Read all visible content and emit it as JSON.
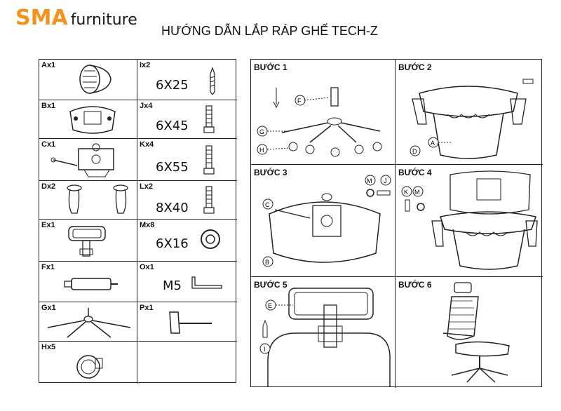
{
  "header": {
    "brand_main": "SMA",
    "brand_sub": "furniture",
    "title": "HƯỚNG DẪN LẮP RÁP GHẾ TECH-Z"
  },
  "parts": [
    {
      "label": "Ax1"
    },
    {
      "label": "Ix2",
      "spec": "6X25"
    },
    {
      "label": "Bx1"
    },
    {
      "label": "Jx4",
      "spec": "6X45"
    },
    {
      "label": "Cx1"
    },
    {
      "label": "Kx4",
      "spec": "6X55"
    },
    {
      "label": "Dx2"
    },
    {
      "label": "Lx2",
      "spec": "8X40"
    },
    {
      "label": "Ex1"
    },
    {
      "label": "Mx8",
      "spec": "6X16"
    },
    {
      "label": "Fx1"
    },
    {
      "label": "Ox1",
      "spec": "M5"
    },
    {
      "label": "Gx1"
    },
    {
      "label": "Px1"
    },
    {
      "label": "Hx5"
    }
  ],
  "steps": [
    {
      "label": "BƯỚC 1",
      "callouts": [
        "F",
        "G",
        "H"
      ]
    },
    {
      "label": "BƯỚC 2",
      "callouts": [
        "A",
        "D"
      ]
    },
    {
      "label": "BƯỚC 3",
      "callouts": [
        "M",
        "J",
        "C",
        "B"
      ]
    },
    {
      "label": "BƯỚC 4",
      "callouts": [
        "K",
        "M"
      ]
    },
    {
      "label": "BƯỚC 5",
      "callouts": [
        "E",
        "I"
      ]
    },
    {
      "label": "BƯỚC 6"
    }
  ],
  "colors": {
    "brand": "#f5921e",
    "line": "#222222"
  }
}
